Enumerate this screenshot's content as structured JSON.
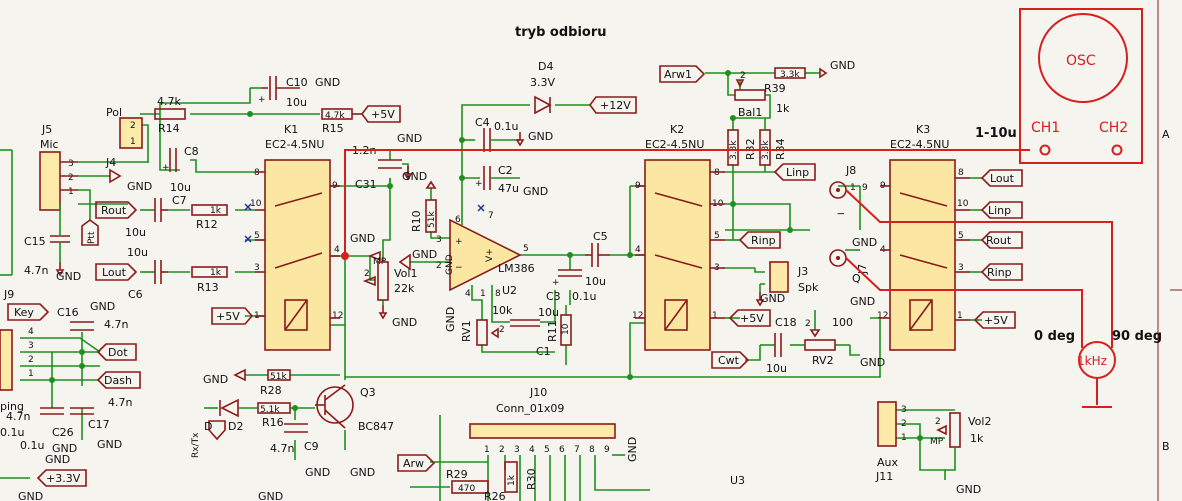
{
  "title": "tryb odbioru",
  "relays": [
    {
      "ref": "K1",
      "value": "EC2-4.5NU",
      "pins": [
        "8",
        "9",
        "10",
        "5",
        "4",
        "3",
        "1",
        "12"
      ]
    },
    {
      "ref": "K2",
      "value": "EC2-4.5NU",
      "pins": [
        "8",
        "9",
        "10",
        "5",
        "4",
        "3",
        "1",
        "12"
      ]
    },
    {
      "ref": "K3",
      "value": "EC2-4.5NU",
      "pins": [
        "8",
        "9",
        "10",
        "5",
        "4",
        "3",
        "1",
        "12"
      ]
    }
  ],
  "components": {
    "c10": {
      "ref": "C10",
      "value": "10u"
    },
    "r14": {
      "ref": "R14",
      "value": "4.7k"
    },
    "r15": {
      "ref": "R15",
      "value": "4.7k"
    },
    "c8": {
      "ref": "C8",
      "value": "10u"
    },
    "c7": {
      "ref": "C7",
      "value": "10u"
    },
    "r12": {
      "ref": "R12",
      "value": "1k"
    },
    "c6": {
      "ref": "C6",
      "value": "10u"
    },
    "r13": {
      "ref": "R13",
      "value": "1k"
    },
    "c31": {
      "ref": "C31",
      "value": "1.2n"
    },
    "r10": {
      "ref": "R10",
      "value": "51k"
    },
    "vol1": {
      "ref": "Vol1",
      "value": "22k"
    },
    "mp": "MP",
    "d4": {
      "ref": "D4",
      "value": "3.3V"
    },
    "c4": {
      "ref": "C4",
      "value": "0.1u"
    },
    "c2": {
      "ref": "C2",
      "value": "47u"
    },
    "u2": {
      "ref": "U2",
      "value": "LM386"
    },
    "rv1": {
      "ref": "RV1",
      "value": "10k"
    },
    "c1": {
      "ref": "C1",
      "value": "10u"
    },
    "r11": {
      "ref": "R11",
      "value": "10"
    },
    "c3": {
      "ref": "C3",
      "value": "0.1u"
    },
    "c5": {
      "ref": "C5",
      "value": "10u"
    },
    "r39": {
      "ref": "R39",
      "value": "3.3k"
    },
    "bal1": {
      "ref": "Bal1",
      "value": "1k"
    },
    "r32": {
      "ref": "R32",
      "value": "3.3k"
    },
    "r34": {
      "ref": "R34",
      "value": "3.3k"
    },
    "j3": {
      "ref": "J3",
      "value": "Spk"
    },
    "c18": {
      "ref": "C18",
      "value": "10u"
    },
    "rv2": {
      "ref": "RV2",
      "value": "100"
    },
    "j8": {
      "ref": "J8",
      "pin": "I"
    },
    "j7": {
      "ref": "J7",
      "pin": "Q"
    },
    "j5": {
      "ref": "J5",
      "value": "Mic"
    },
    "j4": {
      "ref": "J4",
      "value": "Pol"
    },
    "ptt": "Ptt",
    "c15": {
      "ref": "C15",
      "value": "4.7n"
    },
    "j9": {
      "ref": "J9",
      "value": "ping"
    },
    "c16": {
      "ref": "C16",
      "value": "4.7n"
    },
    "c26": {
      "ref": "C26",
      "value": "4.7n"
    },
    "c17": {
      "ref": "C17",
      "value": "4.7n"
    },
    "c_bl": "0.1u",
    "r28": {
      "ref": "R28",
      "value": "51k"
    },
    "r16": {
      "ref": "R16",
      "value": "5.1k"
    },
    "q3": {
      "ref": "Q3",
      "value": "BC847"
    },
    "c9": {
      "ref": "C9",
      "value": "4.7n"
    },
    "d2": {
      "ref": "D2",
      "pin": "D"
    },
    "j10": {
      "ref": "J10",
      "value": "Conn_01x09"
    },
    "r29": {
      "ref": "R29",
      "value": "470"
    },
    "r30": {
      "ref": "R30",
      "value": "1k"
    },
    "r26": "R26",
    "u3": "U3",
    "j11": {
      "ref": "J11",
      "value": "Aux"
    },
    "vol2": {
      "ref": "Vol2",
      "value": "1k"
    }
  },
  "net_labels": {
    "gnd": "GND",
    "v5": "+5V",
    "v12": "+12V",
    "v33": "+3.3V",
    "rout": "Rout",
    "lout": "Lout",
    "linp": "Linp",
    "rinp": "Rinp",
    "arw1": "Arw1",
    "arw": "Arw",
    "cwt": "Cwt",
    "key": "Key",
    "dot": "Dot",
    "dash": "Dash",
    "rxtx": "Rx/Tx"
  },
  "annotations": {
    "osc_label": "OSC",
    "ch1": "CH1",
    "ch2": "CH2",
    "range": "1-10u",
    "deg0": "0 deg",
    "deg90": "90 deg",
    "source": "1kHz"
  },
  "border": {
    "row_a": "A",
    "row_b": "B"
  }
}
